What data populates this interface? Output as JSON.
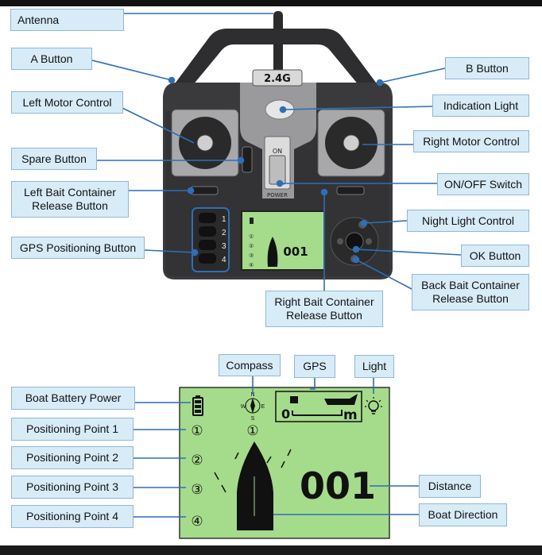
{
  "controller": {
    "badge": "2.4G",
    "switch_on": "ON",
    "power_text": "POWER",
    "gps_keys": [
      "1",
      "2",
      "3",
      "4"
    ],
    "mini_screen_distance": "001",
    "mini_screen_points": [
      "①",
      "②",
      "③",
      "④"
    ]
  },
  "callouts": {
    "antenna": "Antenna",
    "a_button": "A Button",
    "b_button": "B Button",
    "left_motor": "Left Motor Control",
    "indication_light": "Indication Light",
    "right_motor": "Right Motor Control",
    "spare_button": "Spare Button",
    "onoff_switch": "ON/OFF Switch",
    "left_bait": "Left Bait Container Release Button",
    "night_light": "Night Light Control",
    "gps_button": "GPS Positioning Button",
    "ok_button": "OK Button",
    "back_bait": "Back Bait Container Release Button",
    "right_bait": "Right Bait Container Release Button"
  },
  "screen": {
    "compass": "Compass",
    "gps": "GPS",
    "light": "Light",
    "battery": "Boat Battery Power",
    "point1": "Positioning Point 1",
    "point2": "Positioning Point 2",
    "point3": "Positioning Point 3",
    "point4": "Positioning Point 4",
    "distance": "Distance",
    "boat_direction": "Boat Direction",
    "distance_value": "001",
    "gps_zero": "0",
    "gps_unit": "m",
    "compass_n": "N",
    "compass_s": "S",
    "compass_w": "W",
    "compass_e": "E",
    "point_numbers": [
      "①",
      "②",
      "③",
      "④"
    ]
  },
  "colors": {
    "label_bg": "#d8ecf7",
    "label_border": "#8fb8d8",
    "leader": "#2d6fb8",
    "lcd_green": "#a5dc8c",
    "controller_body": "#3a3a3c"
  }
}
